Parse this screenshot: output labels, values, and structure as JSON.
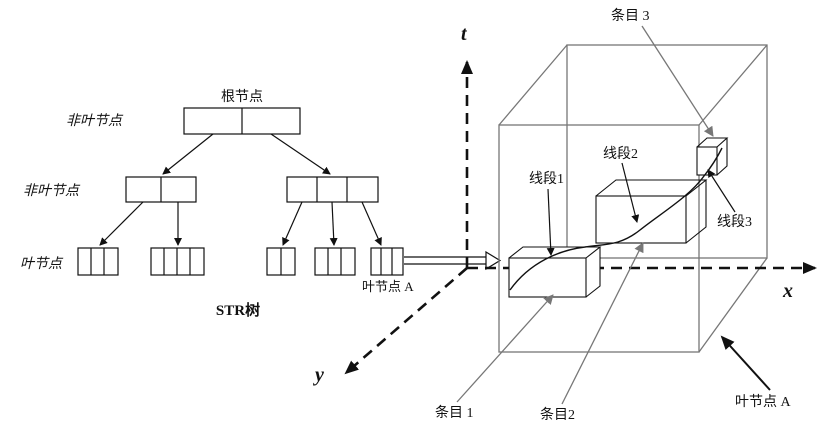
{
  "tree": {
    "root_label": "根节点",
    "nonleaf_label_1": "非叶节点",
    "nonleaf_label_2": "非叶节点",
    "leaf_label": "叶节点",
    "tree_caption": "STR树",
    "leaf_a_label": "叶节点 A"
  },
  "space": {
    "axis_t": "t",
    "axis_x": "x",
    "axis_y": "y",
    "entry_1": "条目 1",
    "entry_2": "条目2",
    "entry_3": "条目 3",
    "segment_1": "线段1",
    "segment_2": "线段2",
    "segment_3": "线段3",
    "leaf_node_a": "叶节点 A"
  }
}
